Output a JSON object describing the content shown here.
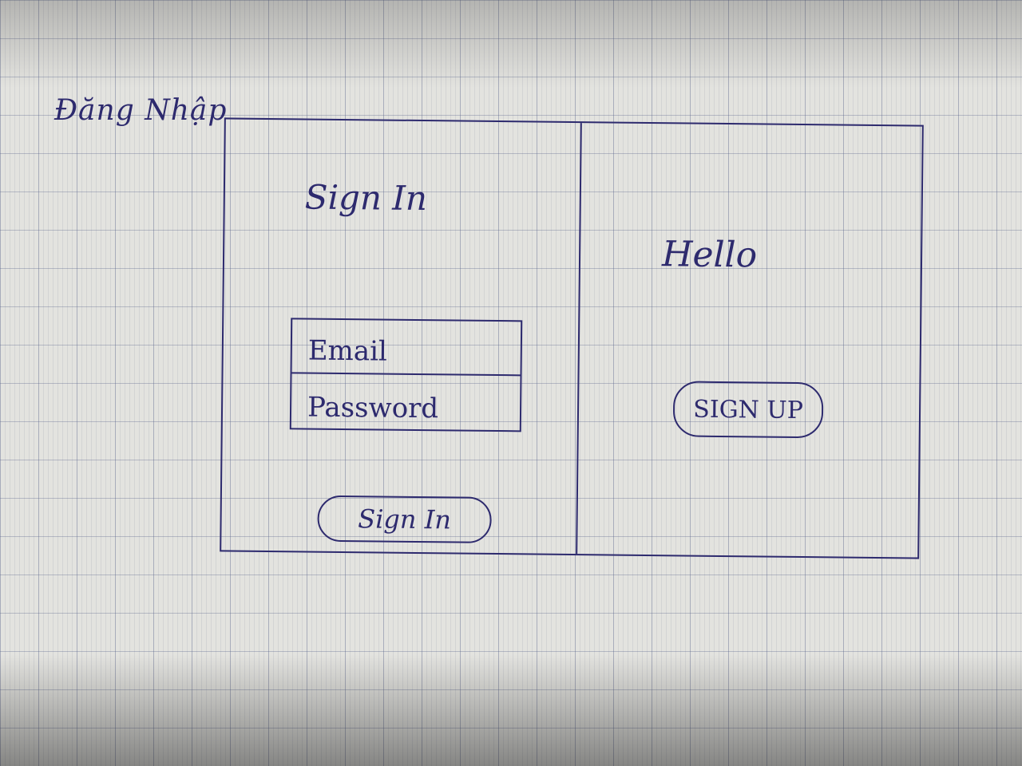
{
  "page": {
    "title": "Đăng Nhập"
  },
  "left_panel": {
    "heading": "Sign In",
    "email_placeholder": "Email",
    "password_placeholder": "Password",
    "submit_label": "Sign In"
  },
  "right_panel": {
    "greeting": "Hello",
    "signup_label": "SIGN UP"
  }
}
